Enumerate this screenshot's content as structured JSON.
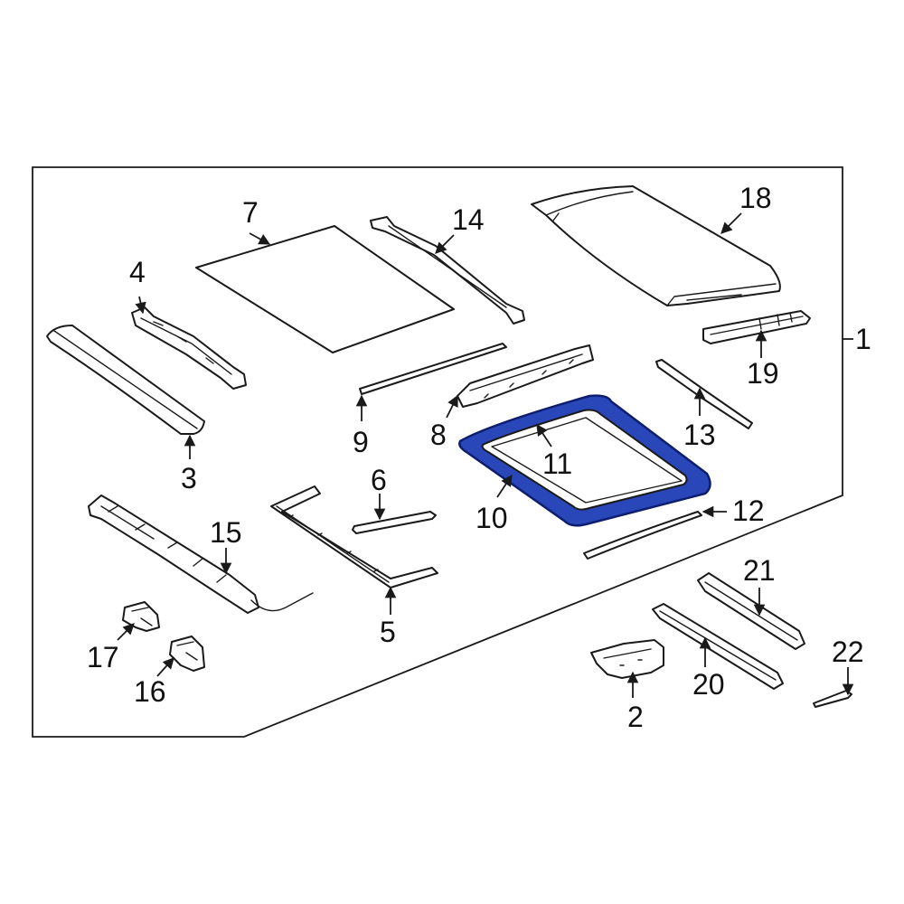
{
  "callouts": {
    "c1": "1",
    "c2": "2",
    "c3": "3",
    "c4": "4",
    "c5": "5",
    "c6": "6",
    "c7": "7",
    "c8": "8",
    "c9": "9",
    "c10": "10",
    "c11": "11",
    "c12": "12",
    "c13": "13",
    "c14": "14",
    "c15": "15",
    "c16": "16",
    "c17": "17",
    "c18": "18",
    "c19": "19",
    "c20": "20",
    "c21": "21",
    "c22": "22"
  },
  "colors": {
    "highlight_fill": "#2947b8",
    "highlight_stroke": "#0e1e6e",
    "line": "#1a1a1a",
    "background": "#ffffff"
  },
  "highlighted_part": "10"
}
